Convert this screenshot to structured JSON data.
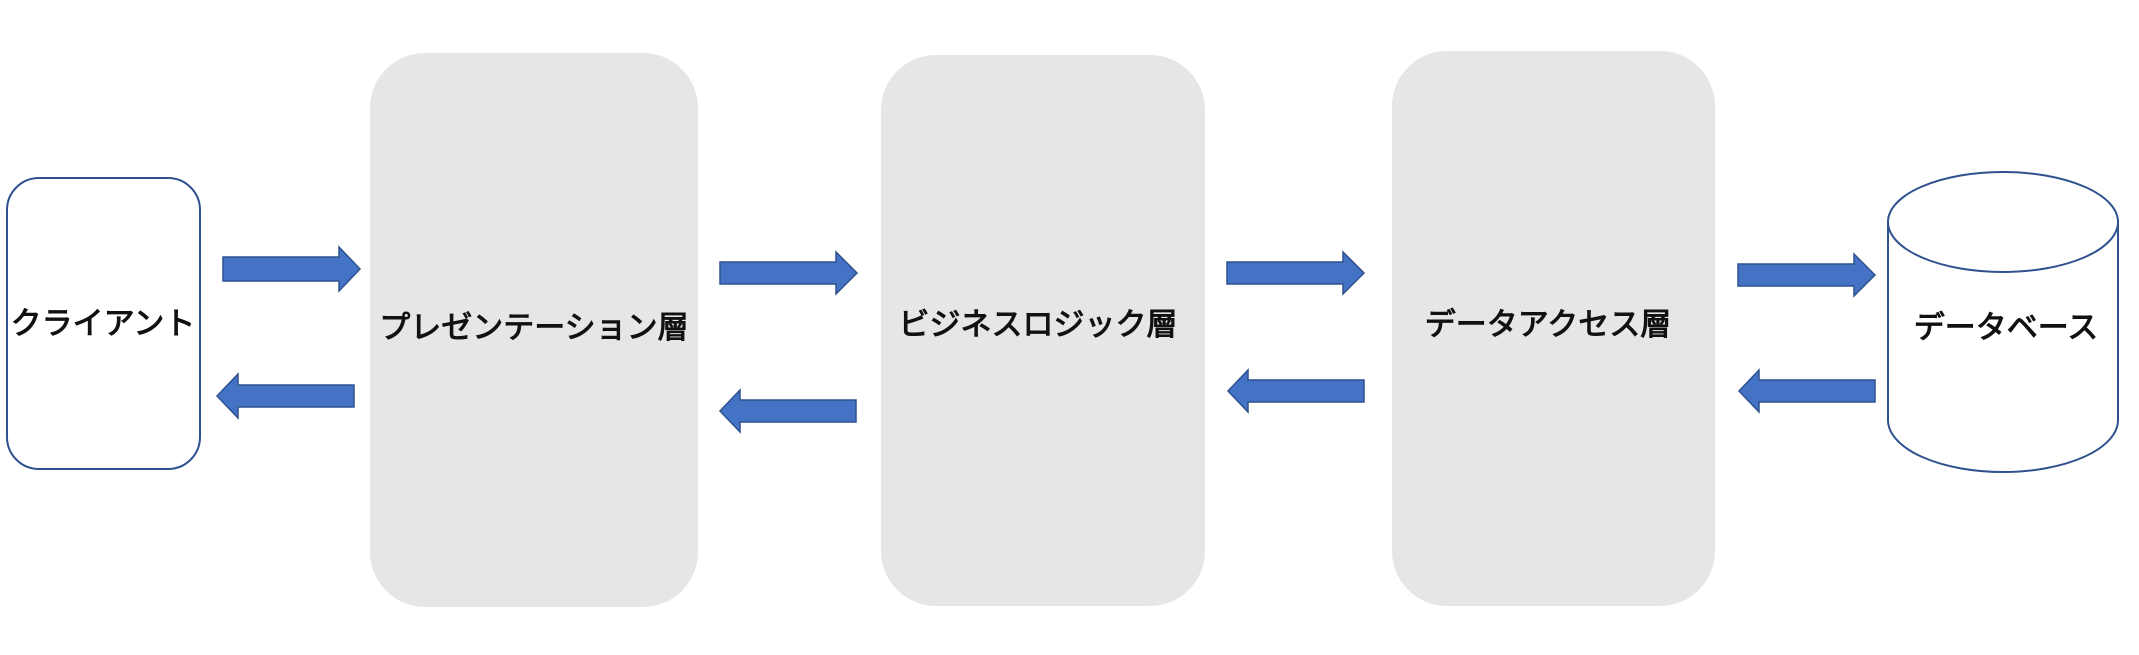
{
  "nodes": {
    "client": "クライアント",
    "presentation": "プレゼンテーション層",
    "business": "ビジネスロジック層",
    "data_access": "データアクセス層",
    "database": "データベース"
  },
  "colors": {
    "arrow_fill": "#4472C4",
    "arrow_stroke": "#2F528F",
    "layer_fill": "#E6E6E6",
    "outline": "#2F528F",
    "text": "#111111"
  }
}
